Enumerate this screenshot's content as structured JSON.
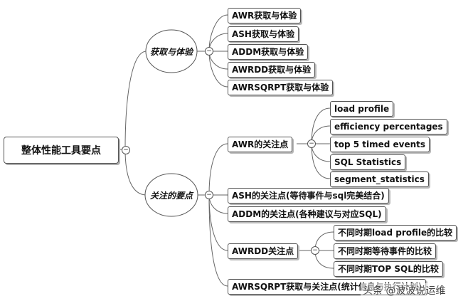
{
  "root": {
    "label": "整体性能工具要点"
  },
  "branch1": {
    "label": "获取与体验",
    "children": [
      "AWR获取与体验",
      "ASH获取与体验",
      "ADDM获取与体验",
      "AWRDD获取与体验",
      "AWRSQRPT获取与体验"
    ]
  },
  "branch2": {
    "label": "关注的要点",
    "awr": {
      "label": "AWR的关注点",
      "children": [
        "load profile",
        "efficiency percentages",
        "top 5 timed events",
        "SQL Statistics",
        "segment_statistics"
      ]
    },
    "ash": {
      "label": "ASH的关注点(等待事件与sql完美结合)"
    },
    "addm": {
      "label": "ADDM的关注点(各种建议与对应SQL)"
    },
    "awrdd": {
      "label": "AWRDD关注点",
      "children": [
        "不同时期load profile的比较",
        "不同时期等待事件的比较",
        "不同时期TOP SQL的比较"
      ]
    },
    "awrsqrpt": {
      "label": "AWRSQRPT获取与关注点(统计信息与执行计划)"
    }
  },
  "toggle_symbol": "−",
  "watermark": "头条 @波波说运维"
}
